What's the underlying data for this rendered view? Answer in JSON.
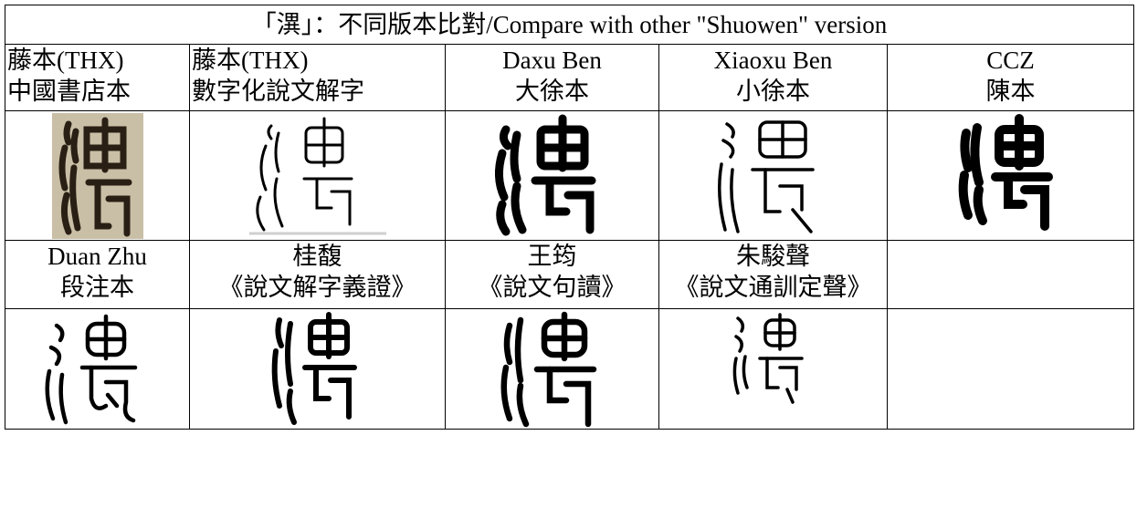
{
  "table": {
    "title": "「潩」：不同版本比對/Compare with other \"Shuowen\" version",
    "header_row": [
      {
        "line1": "藤本(THX)",
        "line2": "中國書店本"
      },
      {
        "line1": "藤本(THX)",
        "line2": "數字化說文解字"
      },
      {
        "line1": "Daxu Ben",
        "line2": "大徐本"
      },
      {
        "line1": "Xiaoxu Ben",
        "line2": "小徐本"
      },
      {
        "line1": "CCZ",
        "line2": "陳本"
      }
    ],
    "second_header_row": [
      {
        "line1": "Duan Zhu",
        "line2": "段注本"
      },
      {
        "line1": "桂馥",
        "line2": "《說文解字義證》"
      },
      {
        "line1": "王筠",
        "line2": "《說文句讀》"
      },
      {
        "line1": "朱駿聲",
        "line2": "《說文通訓定聲》"
      },
      {
        "line1": "",
        "line2": ""
      }
    ],
    "glyph_images_row1": [
      {
        "icon": "seal-glyph-scan-icon",
        "background": "#c9bfa6",
        "ink": "#2a1f14"
      },
      {
        "icon": "seal-glyph-digital-icon",
        "background": "#ffffff",
        "ink": "#000000"
      },
      {
        "icon": "seal-glyph-bold-icon",
        "background": "#ffffff",
        "ink": "#000000"
      },
      {
        "icon": "seal-glyph-thin-icon",
        "background": "#ffffff",
        "ink": "#000000"
      },
      {
        "icon": "seal-glyph-heavy-icon",
        "background": "#ffffff",
        "ink": "#000000"
      }
    ],
    "glyph_images_row2": [
      {
        "icon": "seal-glyph-duan-icon",
        "background": "#ffffff",
        "ink": "#000000"
      },
      {
        "icon": "seal-glyph-gui-icon",
        "background": "#ffffff",
        "ink": "#000000"
      },
      {
        "icon": "seal-glyph-wang-icon",
        "background": "#ffffff",
        "ink": "#000000"
      },
      {
        "icon": "seal-glyph-zhu-icon",
        "background": "#ffffff",
        "ink": "#000000"
      },
      {
        "icon": "",
        "background": "#ffffff",
        "ink": "#000000"
      }
    ]
  }
}
